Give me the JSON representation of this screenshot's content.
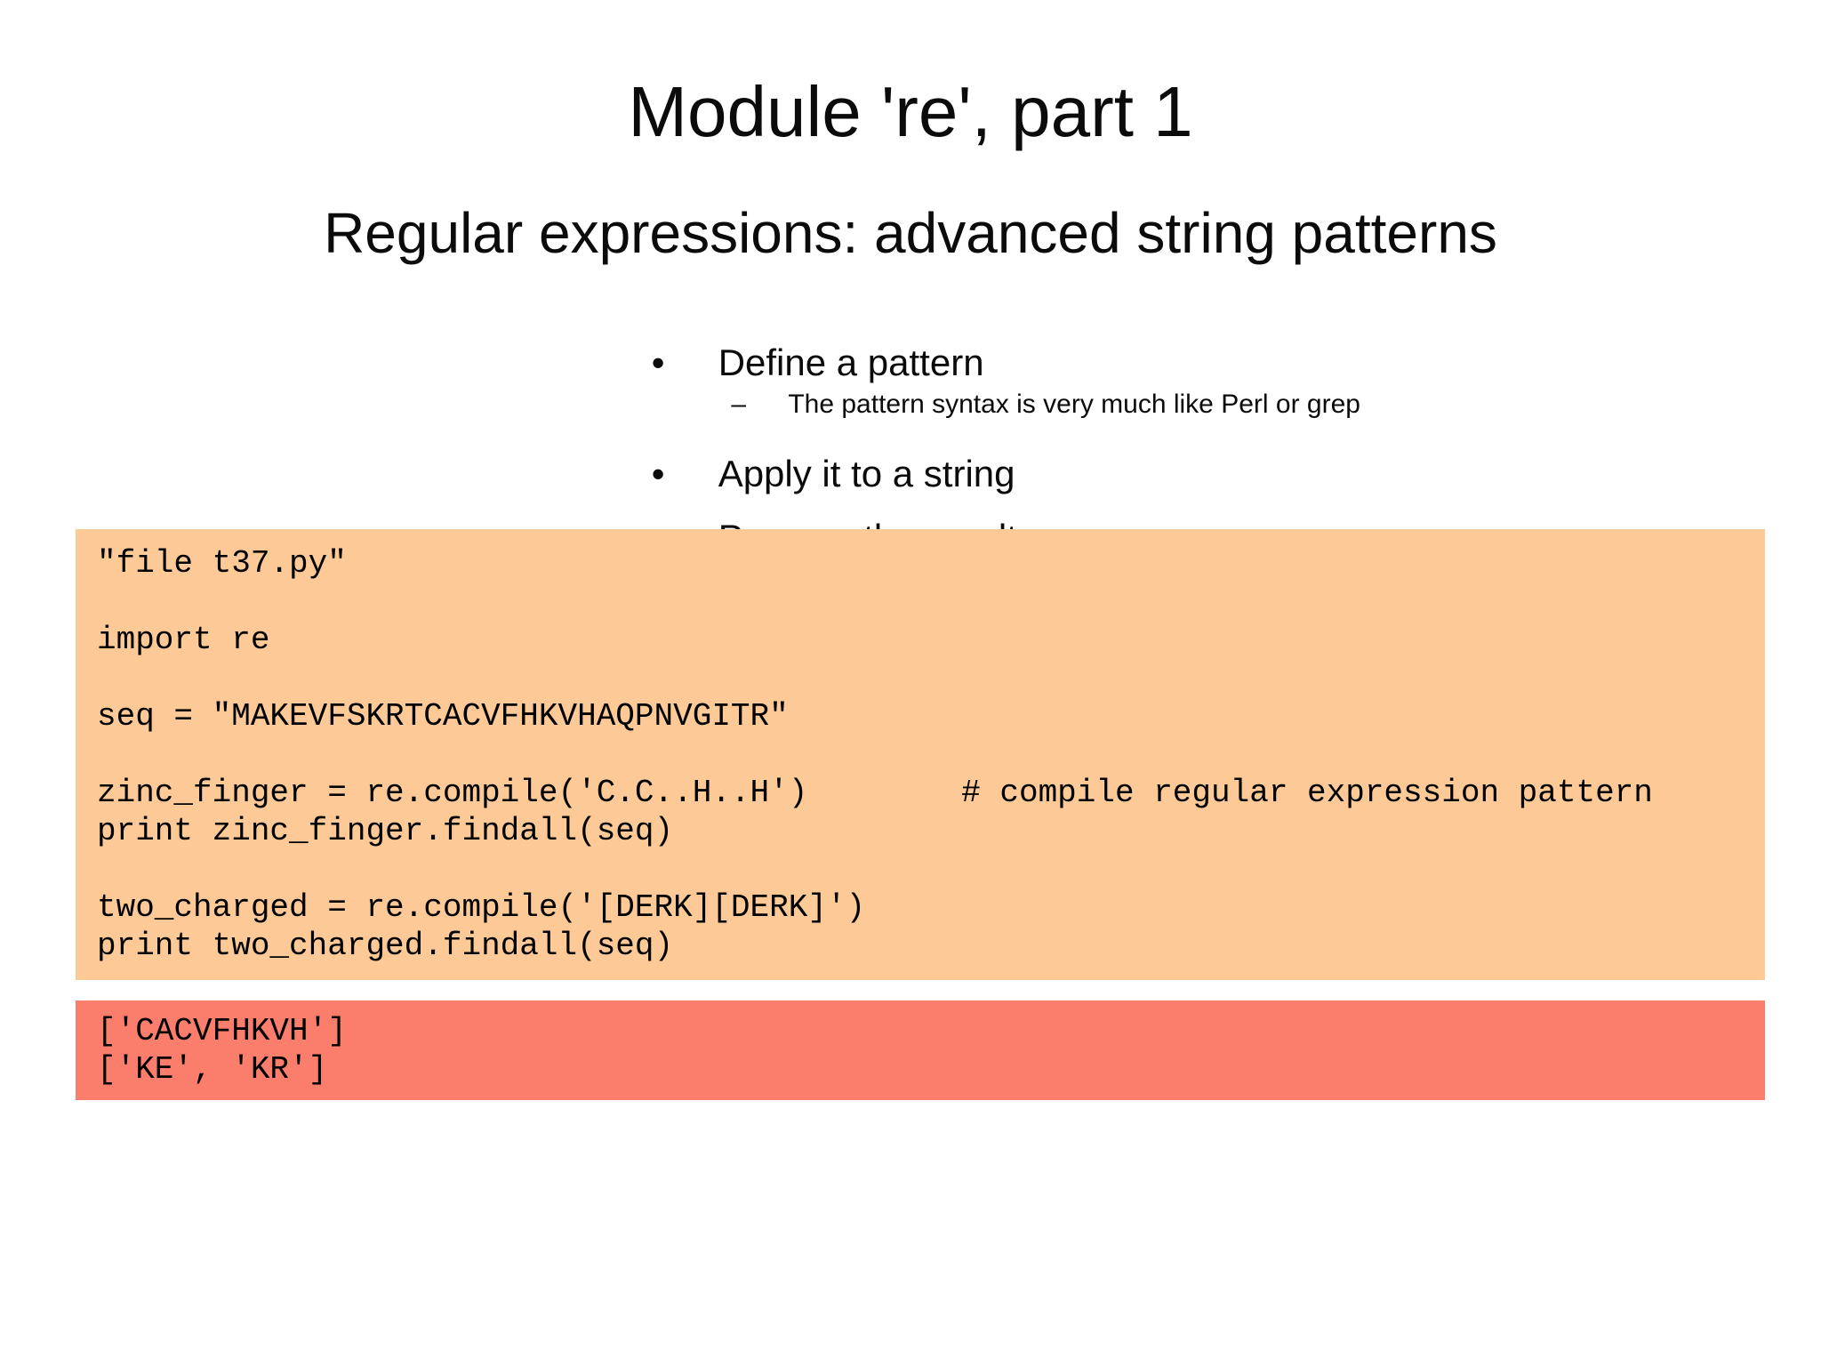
{
  "slide": {
    "title": "Module 're', part 1",
    "subtitle": "Regular expressions: advanced string patterns",
    "bullet_marker": "•",
    "sub_bullet_marker": "–",
    "bullets": [
      {
        "level": 1,
        "text": "Define a pattern"
      },
      {
        "level": 2,
        "text": "The pattern syntax is very much like Perl or grep"
      },
      {
        "level": 1,
        "text": "Apply it to a string"
      },
      {
        "level": 1,
        "text": "Process the results"
      }
    ],
    "code_block": {
      "background": "#FCC997",
      "lines": [
        "\"file t37.py\"",
        "",
        "import re",
        "",
        "seq = \"MAKEVFSKRTCACVFHKVHAQPNVGITR\"",
        "",
        "zinc_finger = re.compile('C.C..H..H')        # compile regular expression pattern",
        "print zinc_finger.findall(seq)",
        "",
        "two_charged = re.compile('[DERK][DERK]')",
        "print two_charged.findall(seq)"
      ]
    },
    "output_block": {
      "background": "#FA7E6B",
      "lines": [
        "['CACVFHKVH']",
        "['KE', 'KR']"
      ]
    }
  }
}
